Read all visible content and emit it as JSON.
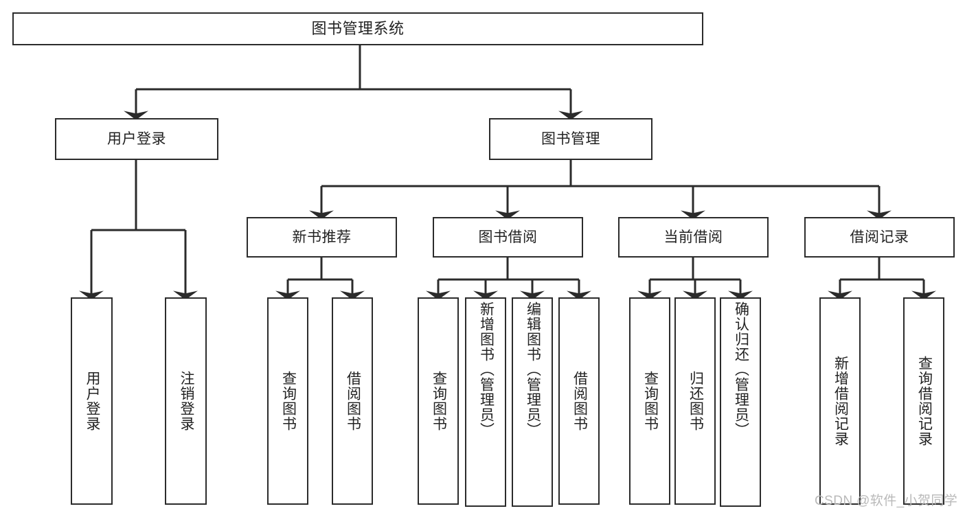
{
  "diagram": {
    "title": "图书管理系统",
    "root": {
      "id": "root",
      "label": "图书管理系统"
    },
    "level2": [
      {
        "id": "user-login",
        "label": "用户登录"
      },
      {
        "id": "book-management",
        "label": "图书管理"
      }
    ],
    "level3": [
      {
        "id": "new-book-recommend",
        "label": "新书推荐"
      },
      {
        "id": "book-borrow",
        "label": "图书借阅"
      },
      {
        "id": "current-borrow",
        "label": "当前借阅"
      },
      {
        "id": "borrow-record",
        "label": "借阅记录"
      }
    ],
    "leaves": {
      "user_login": [
        {
          "id": "leaf-user-login",
          "label": "用户登录"
        },
        {
          "id": "leaf-logout-login",
          "label": "注销登录"
        }
      ],
      "new_book_recommend": [
        {
          "id": "leaf-query-book-1",
          "label": "查询图书"
        },
        {
          "id": "leaf-borrow-book-1",
          "label": "借阅图书"
        }
      ],
      "book_borrow": [
        {
          "id": "leaf-query-book-2",
          "label": "查询图书"
        },
        {
          "id": "leaf-add-book-admin",
          "label": "新增图书（管理员）"
        },
        {
          "id": "leaf-edit-book-admin",
          "label": "编辑图书（管理员）"
        },
        {
          "id": "leaf-borrow-book-2",
          "label": "借阅图书"
        }
      ],
      "current_borrow": [
        {
          "id": "leaf-query-book-3",
          "label": "查询图书"
        },
        {
          "id": "leaf-return-book",
          "label": "归还图书"
        },
        {
          "id": "leaf-confirm-return-admin",
          "label": "确认归还（管理员）"
        }
      ],
      "borrow_record": [
        {
          "id": "leaf-add-borrow-record",
          "label": "新增借阅记录"
        },
        {
          "id": "leaf-query-borrow-record",
          "label": "查询借阅记录"
        }
      ]
    },
    "colors": {
      "stroke": "#2b2b2b",
      "text": "#222222",
      "background": "#ffffff",
      "watermark": "#b9b9b9"
    }
  },
  "watermark": {
    "text": "CSDN @软件_小贺同学"
  }
}
